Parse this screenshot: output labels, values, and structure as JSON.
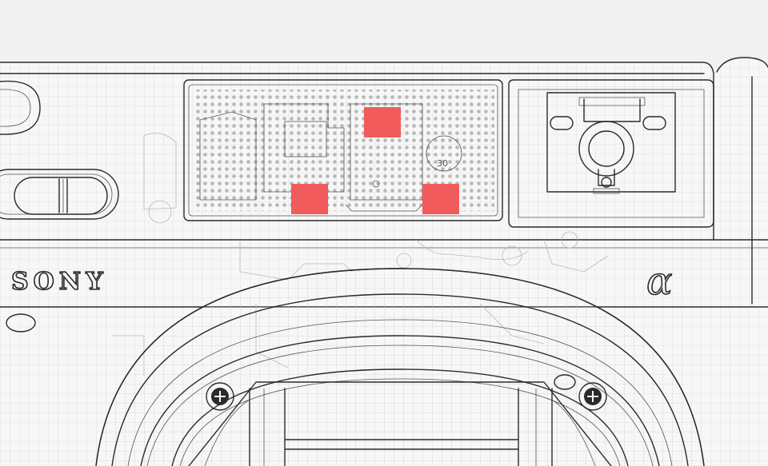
{
  "camera": {
    "brand_text": "SONY",
    "series_mark": "α",
    "dial_marking": "30"
  },
  "colors": {
    "background": "#f1f1f1",
    "body": "#f7f7f7",
    "line": "#2a2a2a",
    "accent": "#f15b5b"
  },
  "callouts": [
    {
      "name": "microphone-capsule-top"
    },
    {
      "name": "microphone-capsule-left"
    },
    {
      "name": "microphone-capsule-right"
    }
  ]
}
